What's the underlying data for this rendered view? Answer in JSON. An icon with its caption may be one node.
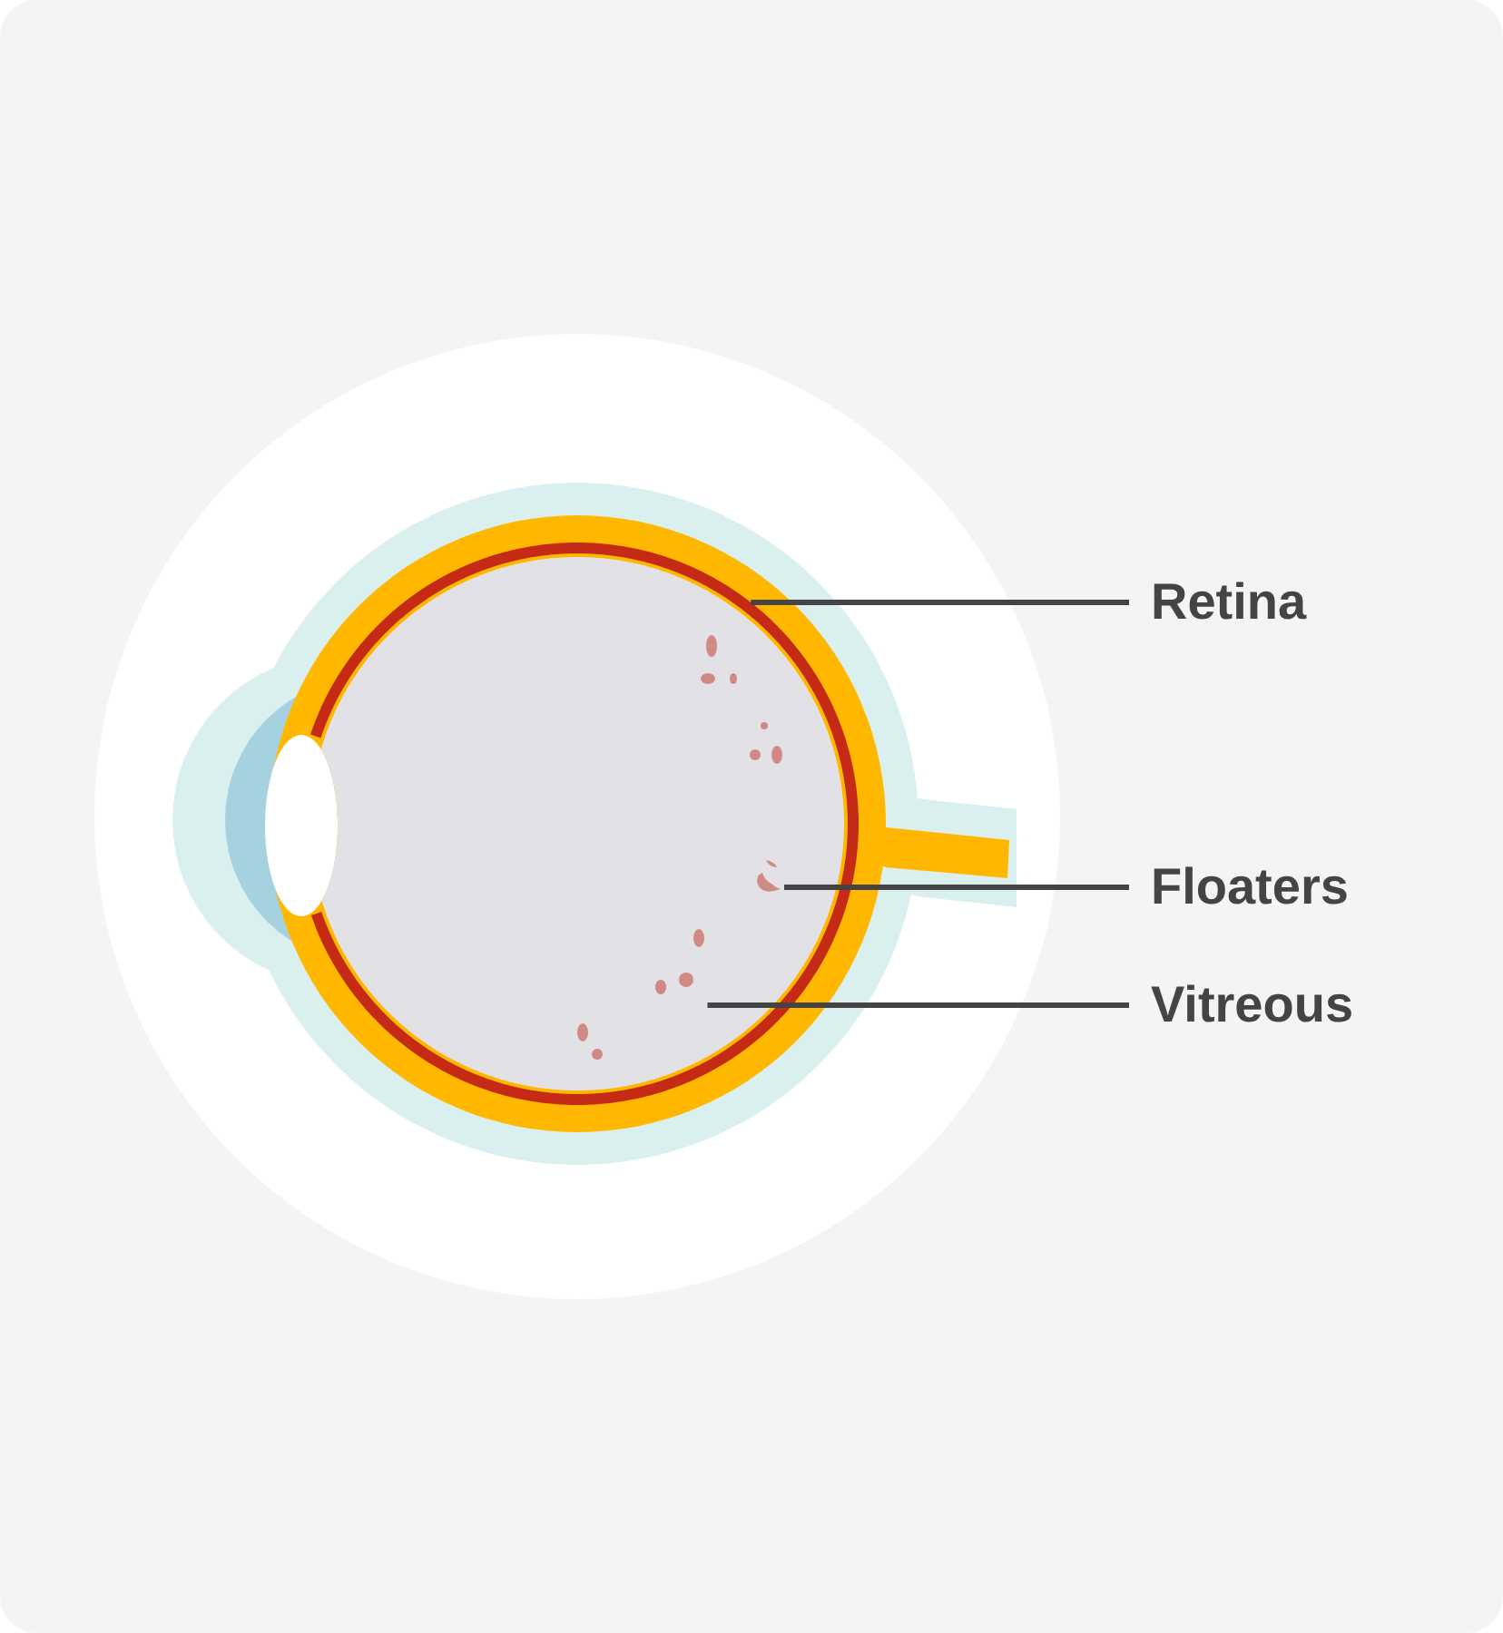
{
  "diagram": {
    "nodes": [
      {
        "text": [
          "Retina"
        ]
      },
      {
        "text": [
          "Floaters"
        ]
      },
      {
        "text": [
          "Vitreous"
        ]
      },
      {
        "text": [],
        "shape": "ring"
      },
      {
        "text": [],
        "shape": "blob",
        "in": 5
      },
      {
        "text": [],
        "shape": "circle"
      }
    ],
    "edges": [
      {
        "from": 0,
        "to": 3,
        "arrow": "none"
      },
      {
        "from": 1,
        "to": 4,
        "arrow": "none"
      },
      {
        "from": 2,
        "to": 5,
        "arrow": "none"
      }
    ]
  }
}
